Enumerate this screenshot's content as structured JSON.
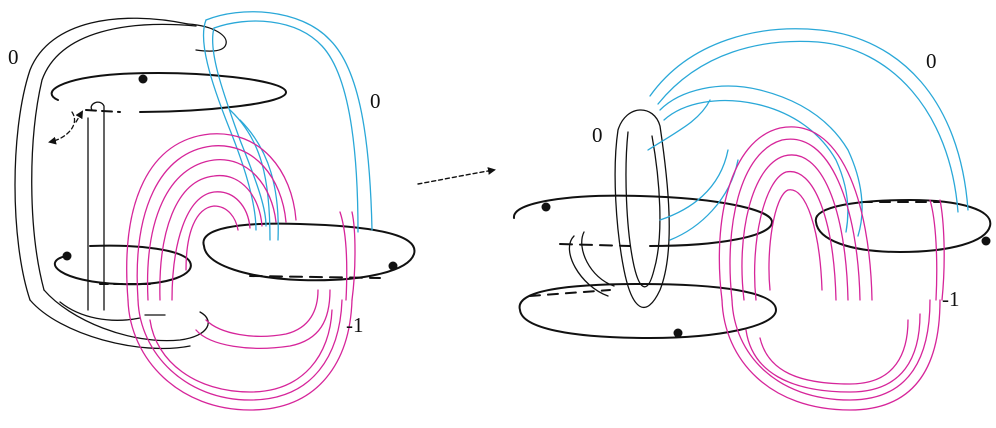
{
  "colors": {
    "background": "#ffffff",
    "black_strand": "#111111",
    "cyan_strand": "#2aa8d8",
    "magenta_strand": "#d6259a"
  },
  "labels": {
    "left_black_framing": "0",
    "left_cyan_framing": "0",
    "left_magenta_framing": "-1",
    "right_black_framing": "0",
    "right_cyan_framing": "0",
    "right_magenta_framing": "-1"
  },
  "arrow_icon": "dashed-arrow-right"
}
